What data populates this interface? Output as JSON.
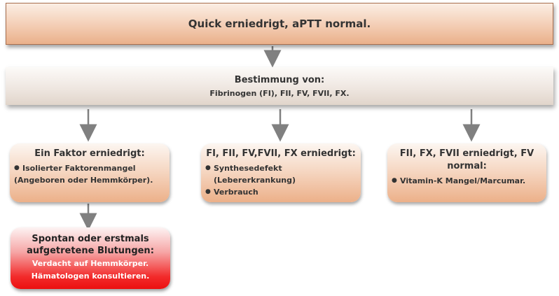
{
  "top": {
    "text": "Quick erniedrigt, aPTT normal."
  },
  "mid": {
    "title": "Bestimmung von:",
    "subtitle": "Fibrinogen (FI), FII, FV, FVII, FX."
  },
  "left": {
    "title": "Ein Faktor erniedrigt:",
    "bullets": [
      "Isolierter Faktorenmangel"
    ],
    "continuation": "(Angeboren oder Hemmkörper)."
  },
  "center": {
    "title": "FI, FII, FV,FVII, FX erniedrigt:",
    "bullets": [
      "Synthesedefekt"
    ],
    "continuation": "(Lebererkrankung)",
    "bullets2": [
      "Verbrauch"
    ]
  },
  "right": {
    "title_line1": "FII, FX, FVII erniedrigt, FV",
    "title_line2": "normal:",
    "bullets": [
      "Vitamin-K Mangel/Marcumar."
    ]
  },
  "alert": {
    "line1": "Spontan oder erstmals",
    "line2": "aufgetretene Blutungen:",
    "line3": "Verdacht auf Hemmkörper.",
    "line4": "Hämatologen konsultieren."
  },
  "colors": {
    "node_fill": "#f3c9ac",
    "alert_fill": "#f22b2b",
    "arrow": "#808080"
  }
}
